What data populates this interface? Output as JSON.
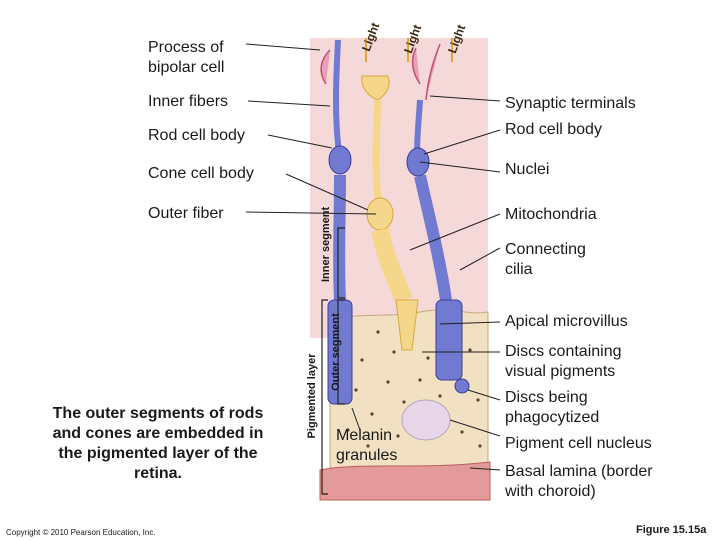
{
  "labels_left": {
    "process_bipolar": "Process of bipolar cell",
    "inner_fibers": "Inner fibers",
    "rod_cell_body": "Rod cell body",
    "cone_cell_body": "Cone cell body",
    "outer_fiber": "Outer fiber"
  },
  "labels_right": {
    "synaptic_terminals": "Synaptic terminals",
    "rod_cell_body": "Rod cell body",
    "nuclei": "Nuclei",
    "mitochondria": "Mitochondria",
    "connecting_cilia": "Connecting cilia",
    "apical_microvillus": "Apical microvillus",
    "discs_visual_pigments": "Discs containing visual pigments",
    "discs_phagocytized": "Discs being phagocytized",
    "pigment_cell_nucleus": "Pigment cell nucleus",
    "basal_lamina": "Basal lamina (border with choroid)"
  },
  "labels_center": {
    "melanin_granules": "Melanin granules"
  },
  "vertical_labels": {
    "inner_segment": "Inner segment",
    "outer_segment": "Outer segment",
    "pigmented_layer": "Pigmented layer"
  },
  "light_labels": [
    "Light",
    "Light",
    "Light"
  ],
  "caption": "The outer segments of rods and cones are embedded in the pigmented layer of the retina.",
  "copyright": "Copyright © 2010 Pearson Education, Inc.",
  "figure_number": "Figure 15.15a",
  "colors": {
    "rod": "#6f7ad0",
    "rod_dark": "#3c3f9c",
    "cone": "#f4d78a",
    "cone_dark": "#d7a940",
    "synapse": "#e8a0b8",
    "synapse_dark": "#c0506f",
    "pigment": "#f0e0c0",
    "background_tissue": "#f3d2d2",
    "choroid": "#e49a9a",
    "leader_line": "#222222"
  }
}
